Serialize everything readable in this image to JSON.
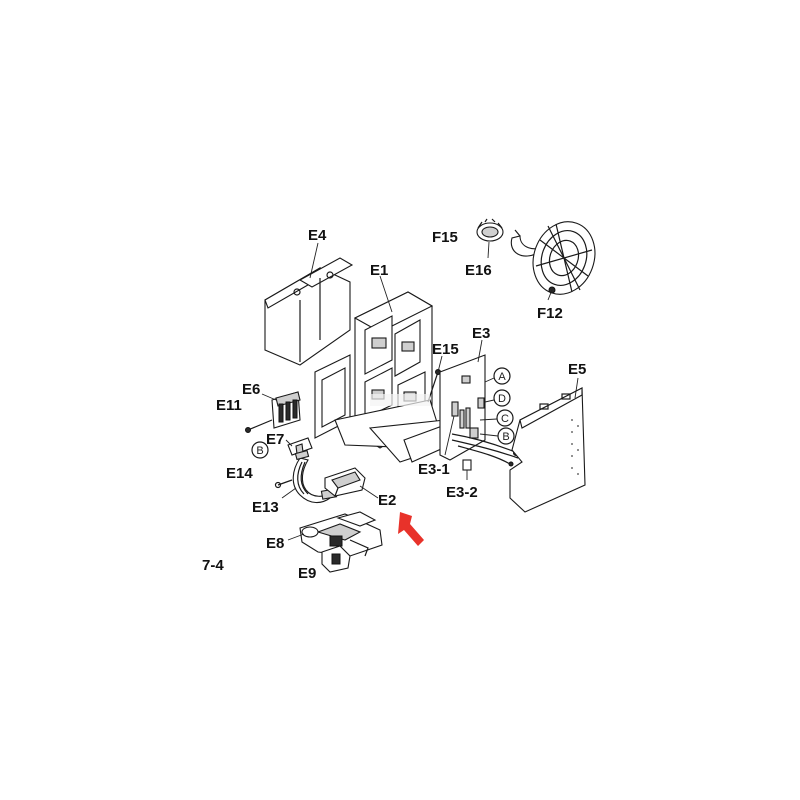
{
  "labels": {
    "E4": "E4",
    "E1": "E1",
    "F15": "F15",
    "E16": "E16",
    "F12": "F12",
    "E15": "E15",
    "E3": "E3",
    "E5": "E5",
    "E6": "E6",
    "E11": "E11",
    "E7": "E7",
    "E14": "E14",
    "E13": "E13",
    "E3_1": "E3-1",
    "E3_2": "E3-2",
    "E2": "E2",
    "E8": "E8",
    "E9": "E9",
    "page_ref": "7-4"
  },
  "circled_refs": {
    "A": "A",
    "D": "D",
    "C": "C",
    "B_right": "B",
    "B_left": "B"
  },
  "arrow_color": "#e8322a"
}
